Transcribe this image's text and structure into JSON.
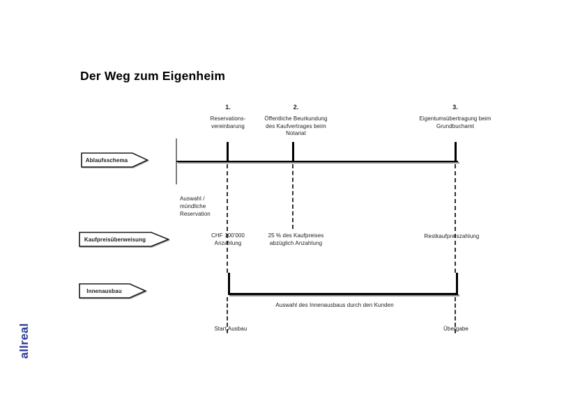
{
  "page": {
    "title": "Der Weg zum Eigenheim"
  },
  "logo": {
    "text": "allreal",
    "color": "#2b3a96"
  },
  "timeline": {
    "steps": [
      {
        "number": "1.",
        "label": "Reservations-\nvereinbarung"
      },
      {
        "number": "2.",
        "label": "Öffentliche Beurkundung\ndes Kaufvertrages beim\nNotariat"
      },
      {
        "number": "3.",
        "label": "Eigentumsübertragung beim\nGrundbuchamt"
      }
    ]
  },
  "rows": {
    "ablaufsschema": {
      "label": "Ablaufsschema"
    },
    "kaufpreisueberweisung": {
      "label": "Kaufpreisüberweisung"
    },
    "innenausbau": {
      "label": "Innenausbau"
    }
  },
  "annotations": {
    "auswahl_reservation": "Auswahl /\nmündliche\nReservation",
    "anzahlung": "CHF 100'000\nAnzahlung",
    "kaufpreis_25": "25 % des Kaufpreises\nabzüglich Anzahlung",
    "restkaufpreis": "Restkaufpreiszahlung",
    "innenausbau_auswahl": "Auswahl des Innenausbaus durch den Kunden",
    "start_ausbau": "Start Ausbau",
    "uebergabe": "Übergabe"
  }
}
